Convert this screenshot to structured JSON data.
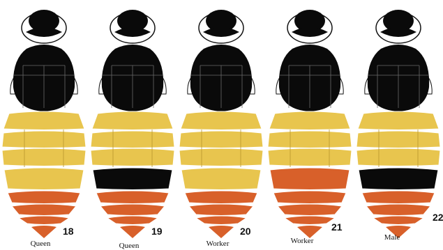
{
  "colors": {
    "black": "#0a0a0a",
    "yellow": "#e8c54e",
    "orange": "#d8602a",
    "outline": "#111111",
    "wing": "#ffffff"
  },
  "figures": [
    {
      "number": "18",
      "caste": "Queen",
      "bands": [
        "yellow",
        "yellow",
        "yellow",
        "yellow",
        "orange",
        "orange",
        "orange"
      ]
    },
    {
      "number": "19",
      "caste": "Queen",
      "bands": [
        "yellow",
        "yellow",
        "yellow",
        "black",
        "orange",
        "orange",
        "orange"
      ]
    },
    {
      "number": "20",
      "caste": "Worker",
      "bands": [
        "yellow",
        "yellow",
        "yellow",
        "yellow",
        "orange",
        "orange",
        "orange"
      ]
    },
    {
      "number": "21",
      "caste": "Worker",
      "bands": [
        "yellow",
        "yellow",
        "yellow",
        "orange",
        "orange",
        "orange",
        "orange"
      ]
    },
    {
      "number": "22",
      "caste": "Male",
      "bands": [
        "yellow",
        "yellow",
        "yellow",
        "black",
        "orange",
        "orange",
        "orange"
      ]
    }
  ]
}
